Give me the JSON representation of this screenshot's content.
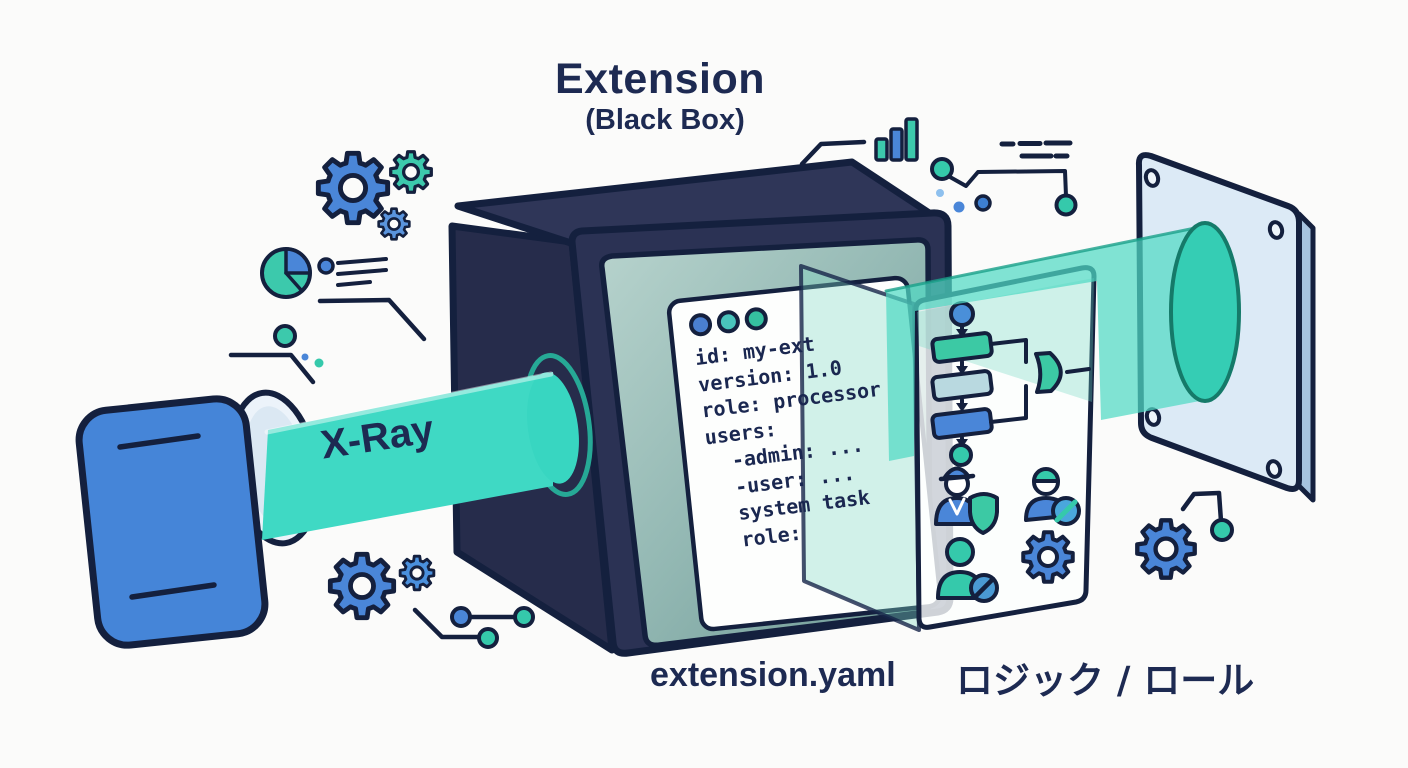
{
  "title": {
    "main": "Extension",
    "sub": "(Black Box)"
  },
  "xray_beam": {
    "label": "X-Ray"
  },
  "code_window": {
    "dot_colors": [
      "#4a7fd0",
      "#49c4bc",
      "#35bfa0"
    ],
    "lines": [
      "id: my-ext",
      "version: 1.0",
      "role: processor",
      "users:",
      "  -admin: ...",
      "  -user: ...",
      "  system task",
      "  role:"
    ]
  },
  "captions": {
    "yaml_label": "extension.yaml",
    "logic_roles_label": "ロジック / ロール"
  },
  "colors": {
    "navy_outline": "#14203e",
    "text_navy": "#1d2a52",
    "box_navy": "#2b3254",
    "box_top_navy": "#2f3658",
    "box_side_navy": "#262c4b",
    "accent_blue": "#4a86d8",
    "accent_teal": "#35c9ab",
    "beam_teal": "#3fd9c4",
    "bezel_teal_gray": "#93b8b3",
    "plate_blue": "#dceaf6",
    "projector_blue": "#4585d8"
  }
}
